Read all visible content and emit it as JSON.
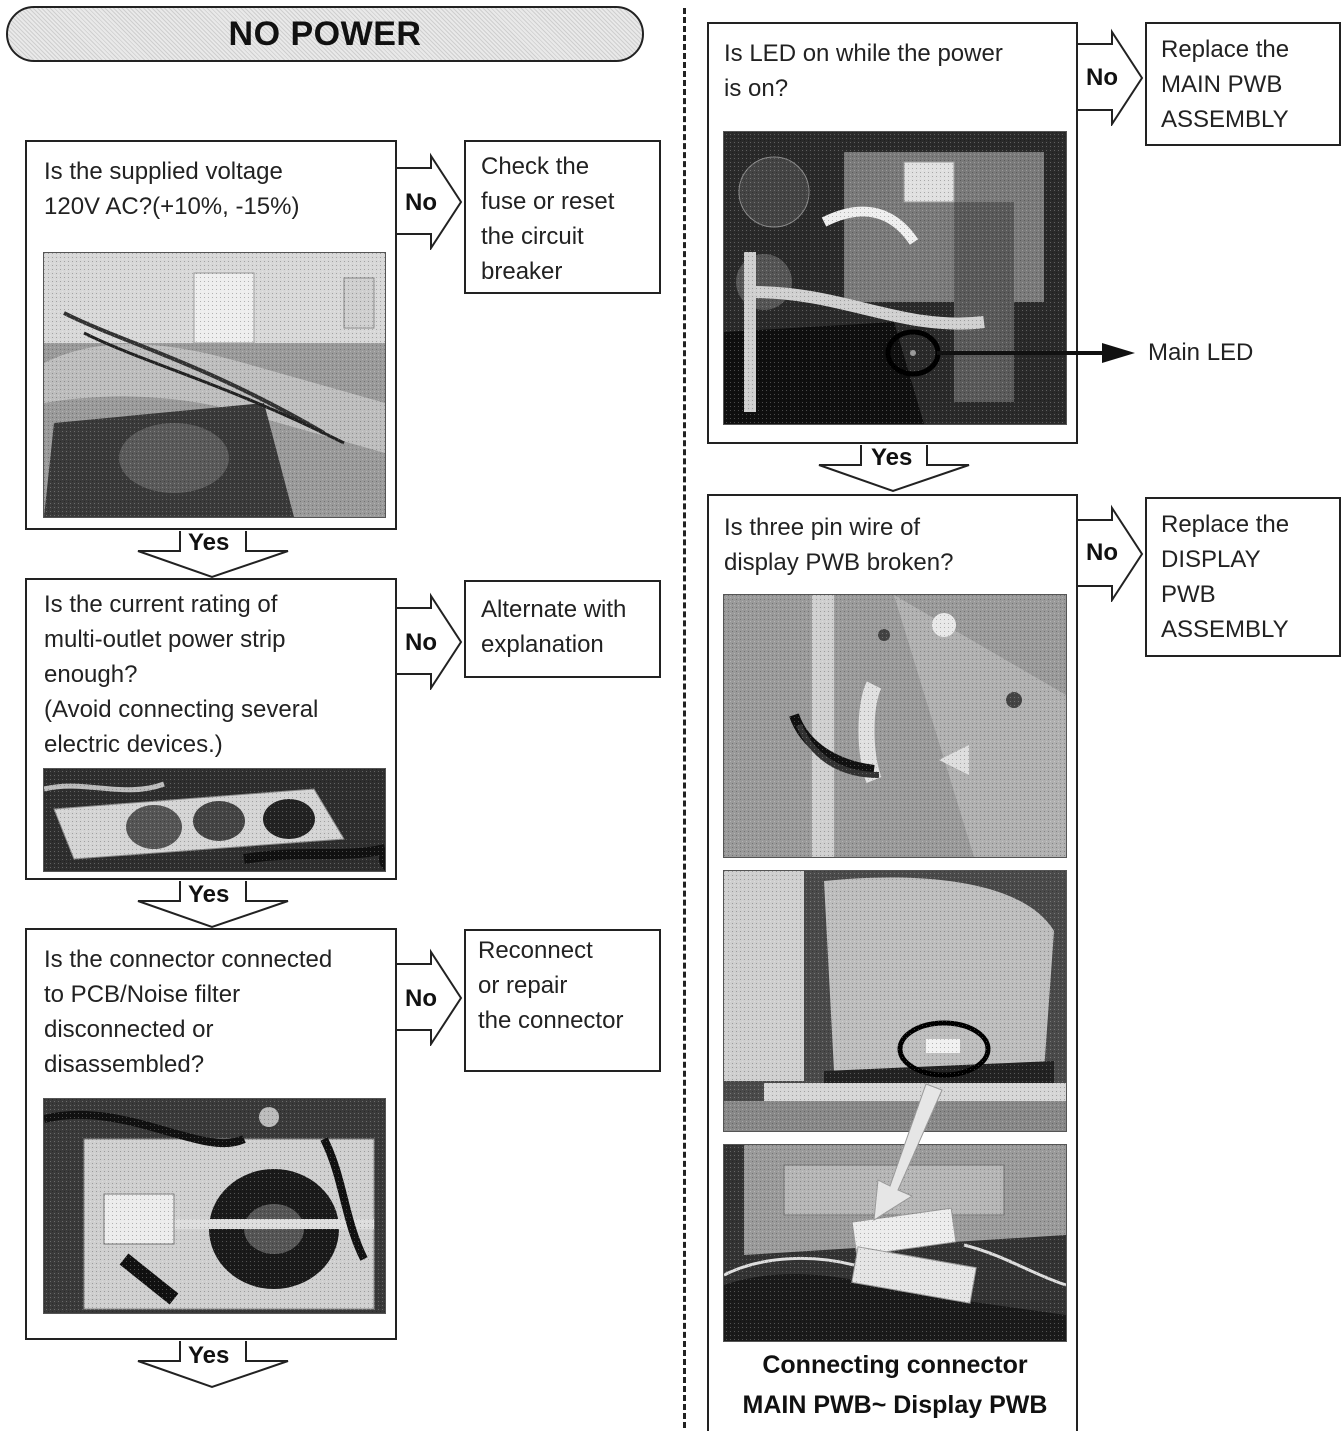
{
  "title": "NO POWER",
  "labels": {
    "no": "No",
    "yes": "Yes"
  },
  "left": {
    "steps": [
      {
        "question": "Is the supplied voltage\n120V AC?(+10%, -15%)",
        "action": "Check the\nfuse or reset\nthe circuit\nbreaker"
      },
      {
        "question": "Is the current rating of\nmulti-outlet power strip\nenough?\n(Avoid connecting several\nelectric devices.)",
        "action": "Alternate with\nexplanation"
      },
      {
        "question": "Is the connector connected\nto PCB/Noise filter\ndisconnected or\ndisassembled?",
        "action": "Reconnect\nor repair\nthe connector"
      }
    ]
  },
  "right": {
    "steps": [
      {
        "question": "Is LED on while the power\nis on?",
        "action": "Replace the\nMAIN PWB\nASSEMBLY",
        "callout": "Main LED"
      },
      {
        "question": "Is three pin wire of\ndisplay PWB broken?",
        "action": "Replace the\nDISPLAY\nPWB\nASSEMBLY"
      }
    ],
    "caption_line1": "Connecting connector",
    "caption_line2": "MAIN PWB~ Display PWB"
  }
}
